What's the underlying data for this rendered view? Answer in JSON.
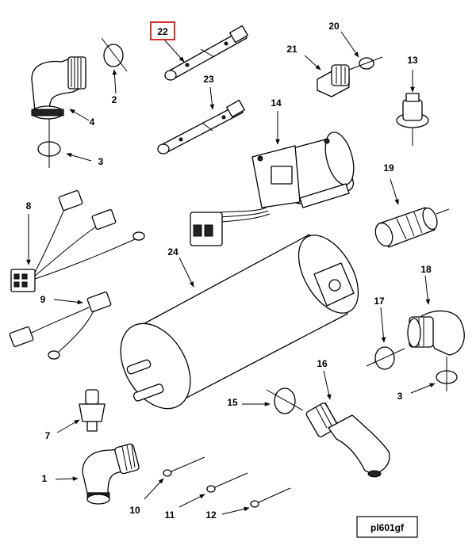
{
  "colors": {
    "highlight": "#d32f2f",
    "ink": "#000000",
    "paper": "#ffffff"
  },
  "callouts": {
    "c1": "1",
    "c2": "2",
    "c3a": "3",
    "c3b": "3",
    "c4": "4",
    "c7": "7",
    "c8": "8",
    "c9": "9",
    "c10": "10",
    "c11": "11",
    "c12": "12",
    "c13": "13",
    "c14": "14",
    "c15": "15",
    "c16": "16",
    "c17": "17",
    "c18": "18",
    "c19": "19",
    "c20": "20",
    "c21": "21",
    "c22": "22",
    "c23": "23",
    "c24": "24"
  },
  "highlighted_callout": "22",
  "figure_reference": "pl601gf"
}
